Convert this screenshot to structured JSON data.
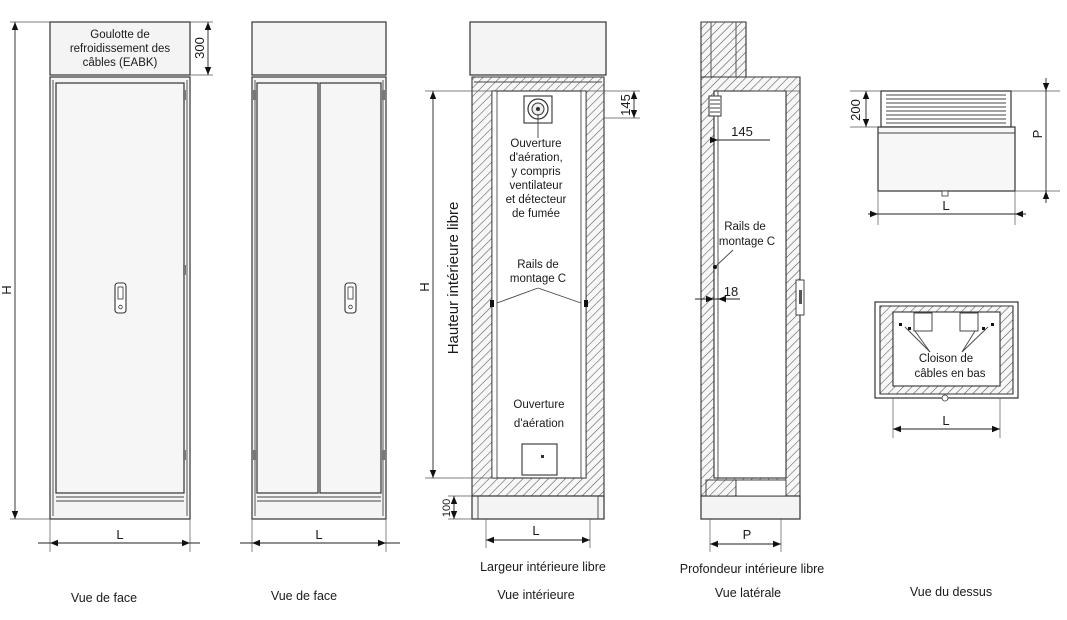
{
  "labels": {
    "goulotte": [
      "Goulotte de",
      "refroidissement des",
      "câbles (EABK)"
    ],
    "ouverture_ventilateur": [
      "Ouverture",
      "d'aération,",
      "y compris",
      "ventilateur",
      "et détecteur",
      "de fumée"
    ],
    "rails_interieur": [
      "Rails de",
      "montage C"
    ],
    "ouverture_aeration": [
      "Ouverture",
      "d'aération"
    ],
    "rails_lateral": [
      "Rails de",
      "montage C"
    ],
    "cloison": [
      "Cloison de",
      "câbles en bas"
    ],
    "largeur_interieure": "Largeur intérieure libre",
    "profondeur_interieure": "Profondeur intérieure libre",
    "hauteur_interieure": "Hauteur intérieure libre"
  },
  "dimensions": {
    "H_face": "H",
    "H_interieur": "H",
    "L_face1": "L",
    "L_face2": "L",
    "L_interieur": "L",
    "L_dessus1": "L",
    "L_dessus2": "L",
    "P_lateral": "P",
    "P_dessus": "P",
    "d300": "300",
    "d145_int": "145",
    "d145_lat": "145",
    "d100": "100",
    "d18": "18",
    "d200": "200"
  },
  "view_titles": {
    "face1": "Vue de face",
    "face2": "Vue de face",
    "interieur": "Vue intérieure",
    "laterale": "Vue latérale",
    "dessus": "Vue du dessus"
  }
}
